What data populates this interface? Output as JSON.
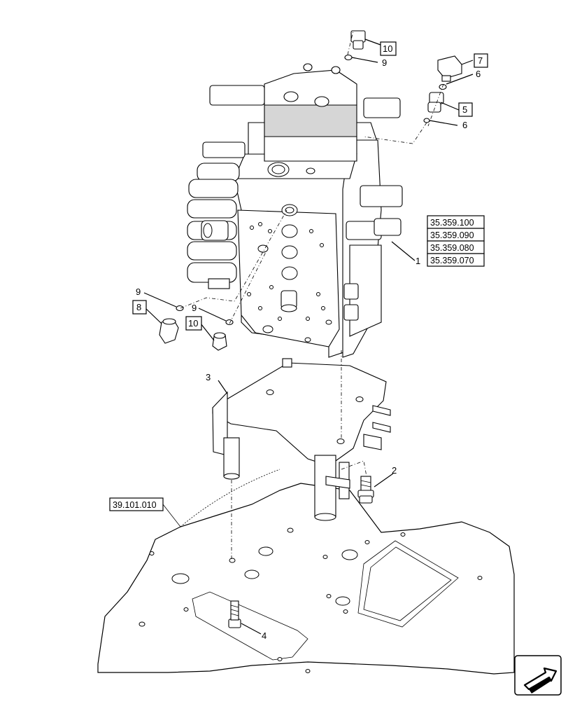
{
  "callouts": [
    {
      "id": "c1",
      "label": "1",
      "boxed": false
    },
    {
      "id": "c2",
      "label": "2",
      "boxed": false
    },
    {
      "id": "c3",
      "label": "3",
      "boxed": false
    },
    {
      "id": "c4",
      "label": "4",
      "boxed": false
    },
    {
      "id": "c5",
      "label": "5",
      "boxed": true
    },
    {
      "id": "c6a",
      "label": "6",
      "boxed": false
    },
    {
      "id": "c6b",
      "label": "6",
      "boxed": false
    },
    {
      "id": "c7",
      "label": "7",
      "boxed": true
    },
    {
      "id": "c8",
      "label": "8",
      "boxed": true
    },
    {
      "id": "c9a",
      "label": "9",
      "boxed": false
    },
    {
      "id": "c9b",
      "label": "9",
      "boxed": false
    },
    {
      "id": "c9c",
      "label": "9",
      "boxed": false
    },
    {
      "id": "c10a",
      "label": "10",
      "boxed": true
    },
    {
      "id": "c10b",
      "label": "10",
      "boxed": true
    }
  ],
  "references": {
    "valve_refs": [
      "35.359.100",
      "35.359.090",
      "35.359.080",
      "35.359.070"
    ],
    "frame_ref": "39.101.010"
  },
  "nav_icon": "next-page-arrow-icon"
}
